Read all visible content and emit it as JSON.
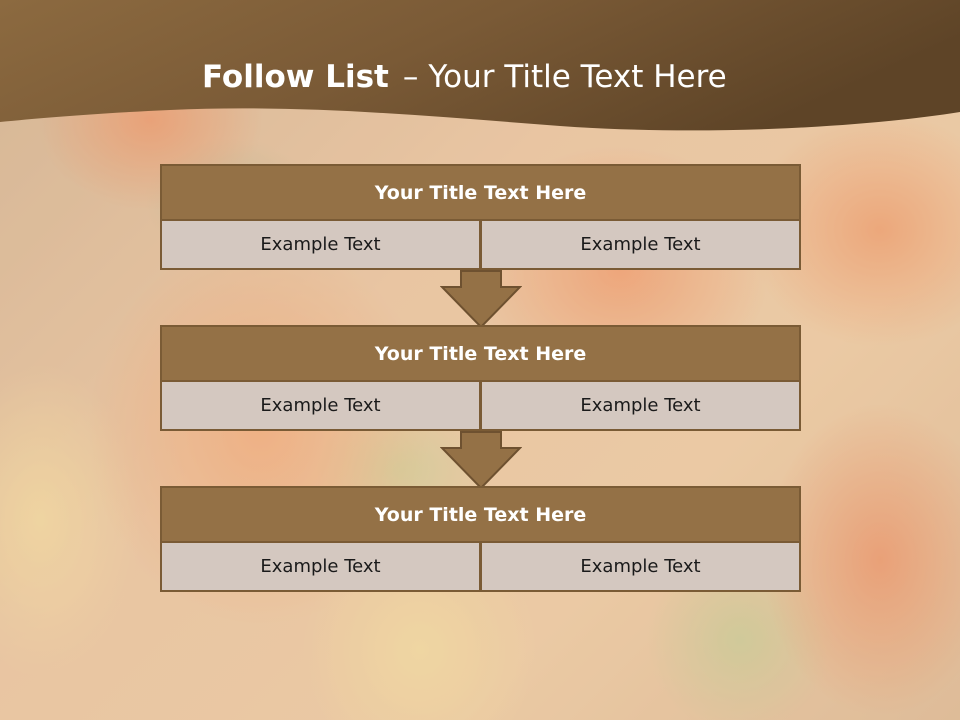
{
  "slide": {
    "title_bold": "Follow List",
    "title_separator": "–",
    "title_rest": "Your Title Text Here"
  },
  "colors": {
    "header_band": "#7a5a36",
    "block_header": "#947146",
    "block_border": "#7a5b35",
    "cell_fill": "#d4c8c0",
    "arrow_fill": "#947146"
  },
  "steps": [
    {
      "title": "Your Title Text Here",
      "items": [
        "Example Text",
        "Example Text"
      ]
    },
    {
      "title": "Your Title Text Here",
      "items": [
        "Example Text",
        "Example Text"
      ]
    },
    {
      "title": "Your Title Text Here",
      "items": [
        "Example Text",
        "Example Text"
      ]
    }
  ],
  "icons": {
    "connector": "down-arrow-icon"
  }
}
